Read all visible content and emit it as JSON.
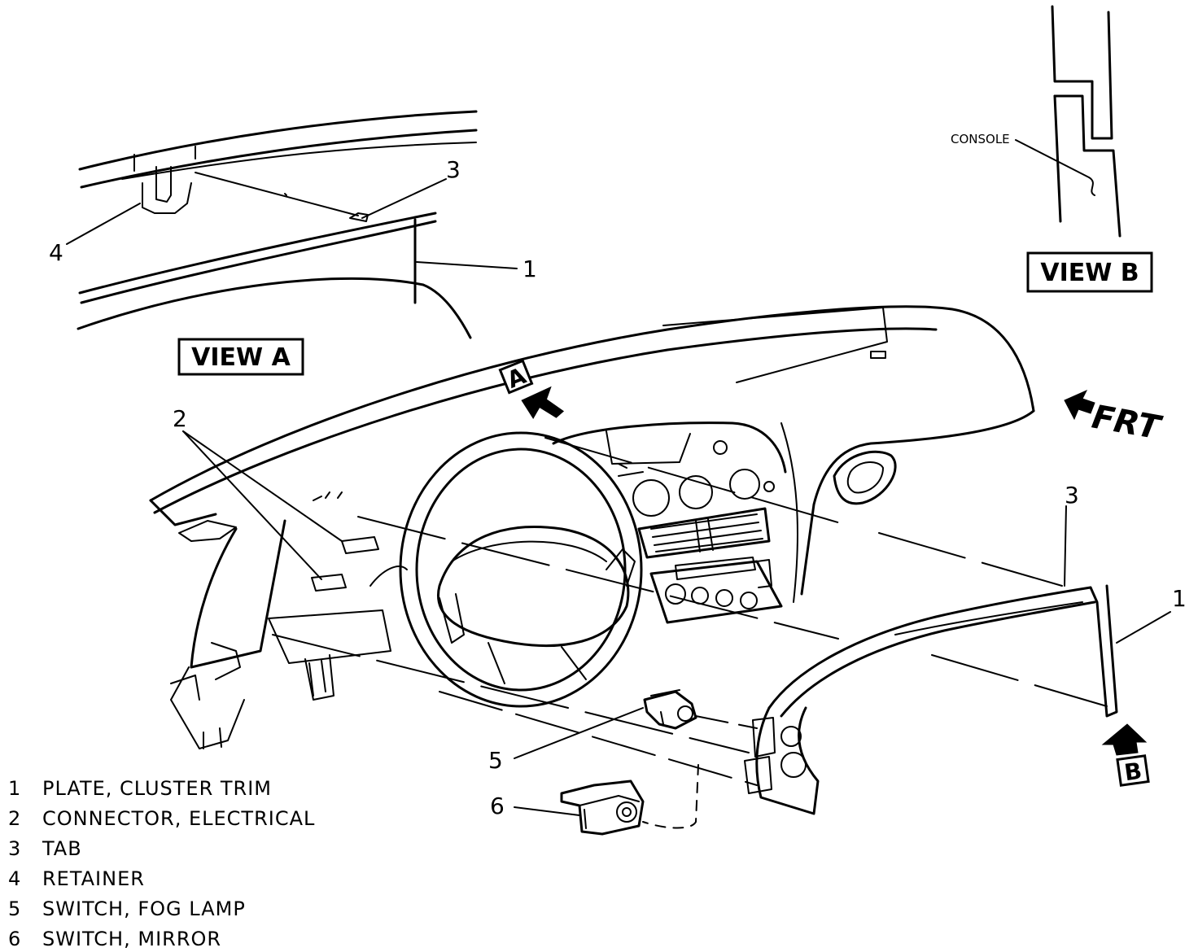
{
  "view_a": {
    "label": "VIEW A"
  },
  "view_b": {
    "label": "VIEW B",
    "console_label": "CONSOLE"
  },
  "direction": {
    "label": "FRT"
  },
  "markers": {
    "a": "A",
    "b": "B"
  },
  "callouts": {
    "view_a_1": "1",
    "view_a_3": "3",
    "view_a_4": "4",
    "main_1": "1",
    "main_2": "2",
    "main_3": "3",
    "main_5": "5",
    "main_6": "6"
  },
  "legend": [
    {
      "num": "1",
      "text": "PLATE, CLUSTER TRIM"
    },
    {
      "num": "2",
      "text": "CONNECTOR, ELECTRICAL"
    },
    {
      "num": "3",
      "text": "TAB"
    },
    {
      "num": "4",
      "text": "RETAINER"
    },
    {
      "num": "5",
      "text": "SWITCH, FOG LAMP"
    },
    {
      "num": "6",
      "text": "SWITCH, MIRROR"
    }
  ]
}
